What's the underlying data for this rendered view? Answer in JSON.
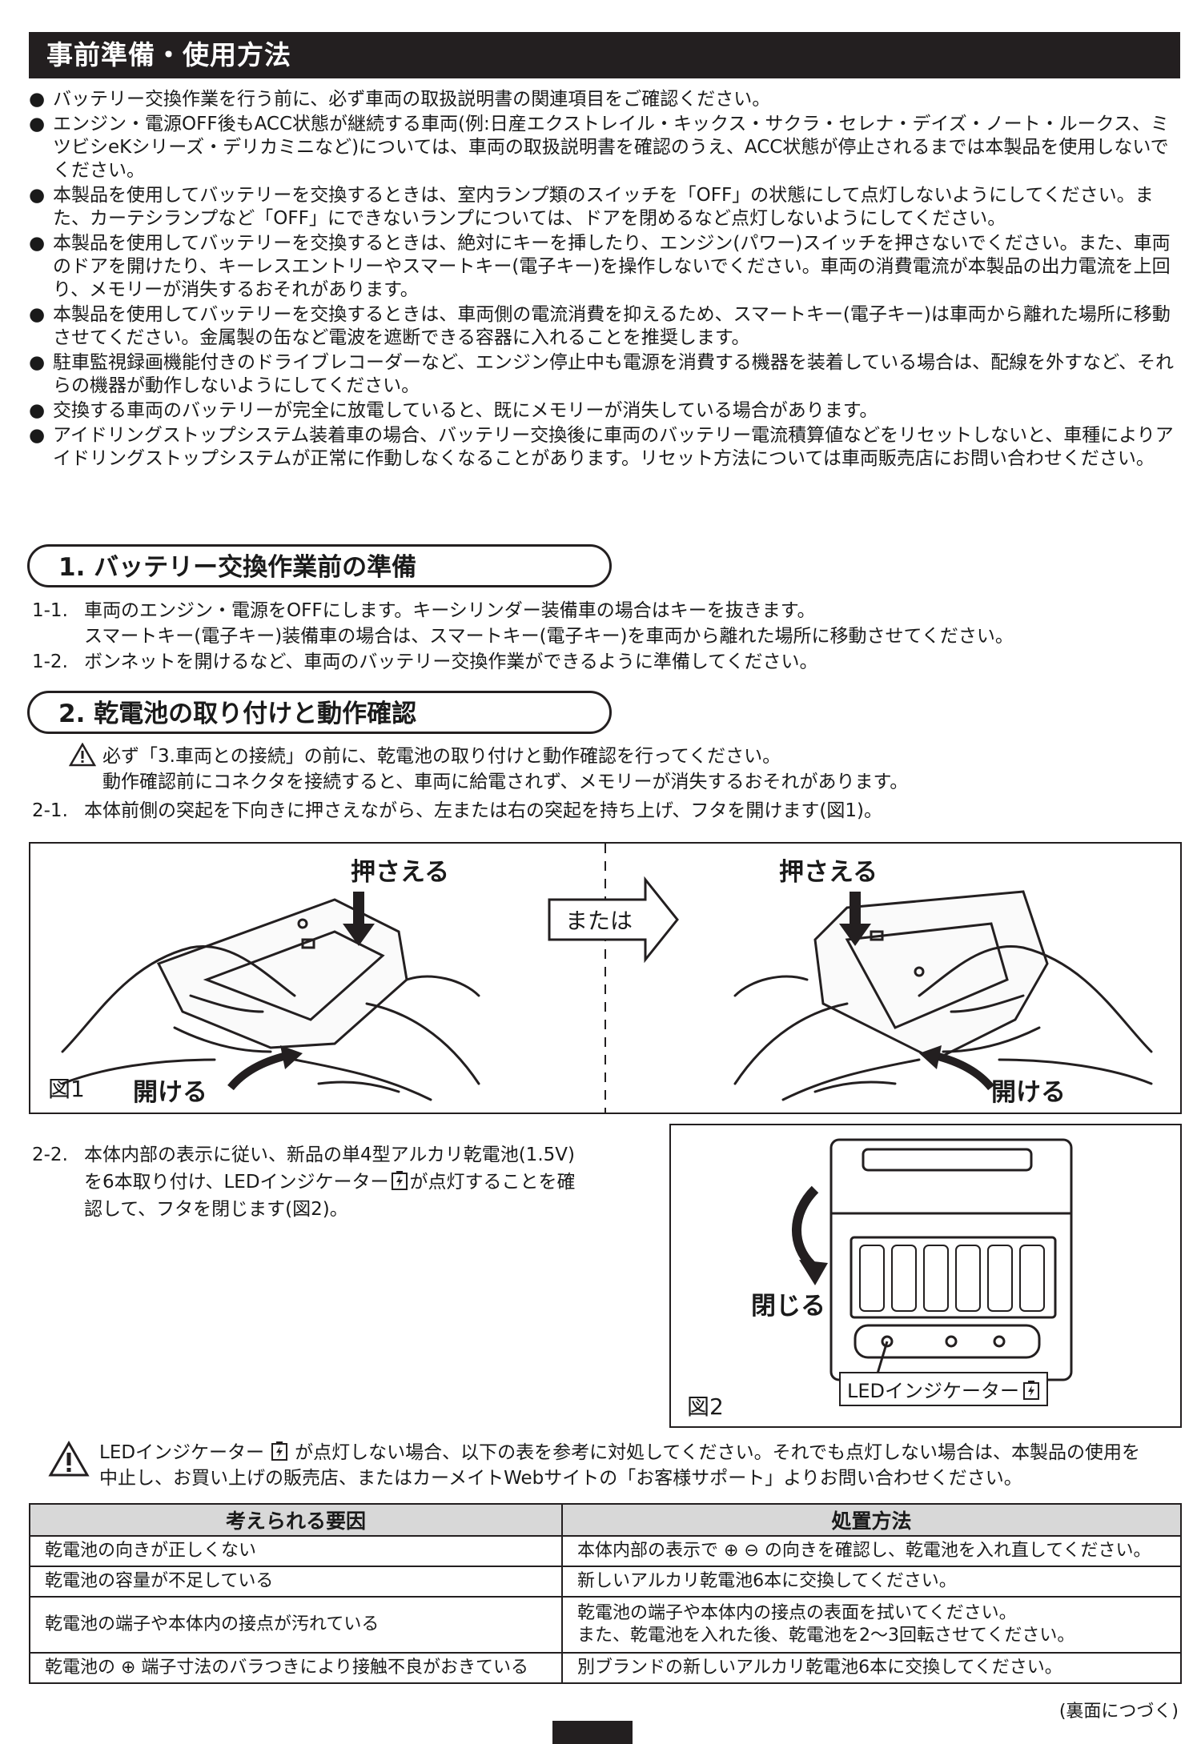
{
  "header": {
    "title": "事前準備・使用方法"
  },
  "bullet_marker": "●",
  "bullets": [
    "バッテリー交換作業を行う前に、必ず車両の取扱説明書の関連項目をご確認ください。",
    "エンジン・電源OFF後もACC状態が継続する車両(例:日産エクストレイル・キックス・サクラ・セレナ・デイズ・ノート・ルークス、ミツビシeKシリーズ・デリカミニなど)については、車両の取扱説明書を確認のうえ、ACC状態が停止されるまでは本製品を使用しないでください。",
    "本製品を使用してバッテリーを交換するときは、室内ランプ類のスイッチを「OFF」の状態にして点灯しないようにしてください。また、カーテシランプなど「OFF」にできないランプについては、ドアを閉めるなど点灯しないようにしてください。",
    "本製品を使用してバッテリーを交換するときは、絶対にキーを挿したり、エンジン(パワー)スイッチを押さないでください。また、車両のドアを開けたり、キーレスエントリーやスマートキー(電子キー)を操作しないでください。車両の消費電流が本製品の出力電流を上回り、メモリーが消失するおそれがあります。",
    "本製品を使用してバッテリーを交換するときは、車両側の電流消費を抑えるため、スマートキー(電子キー)は車両から離れた場所に移動させてください。金属製の缶など電波を遮断できる容器に入れることを推奨します。",
    "駐車監視録画機能付きのドライブレコーダーなど、エンジン停止中も電源を消費する機器を装着している場合は、配線を外すなど、それらの機器が動作しないようにしてください。",
    "交換する車両のバッテリーが完全に放電していると、既にメモリーが消失している場合があります。",
    "アイドリングストップシステム装着車の場合、バッテリー交換後に車両のバッテリー電流積算値などをリセットしないと、車種によりアイドリングストップシステムが正常に作動しなくなることがあります。リセット方法については車両販売店にお問い合わせください。"
  ],
  "section1": {
    "title": "1. バッテリー交換作業前の準備",
    "step1_num": "1-1.",
    "step1_line1": "車両のエンジン・電源をOFFにします。キーシリンダー装備車の場合はキーを抜きます。",
    "step1_line2": "スマートキー(電子キー)装備車の場合は、スマートキー(電子キー)を車両から離れた場所に移動させてください。",
    "step2_num": "1-2.",
    "step2_line1": "ボンネットを開けるなど、車両のバッテリー交換作業ができるように準備してください。"
  },
  "section2": {
    "title": "2. 乾電池の取り付けと動作確認",
    "caution_line1": "必ず「3.車両との接続」の前に、乾電池の取り付けと動作確認を行ってください。",
    "caution_line2": "動作確認前にコネクタを接続すると、車両に給電されず、メモリーが消失するおそれがあります。",
    "step1_num": "2-1.",
    "step1_text": "本体前側の突起を下向きに押さえながら、左または右の突起を持ち上げ、フタを開けます(図1)。",
    "step2_num": "2-2.",
    "step2_line1": "本体内部の表示に従い、新品の単4型アルカリ乾電池(1.5V)",
    "step2_line2a": "を6本取り付け、LEDインジケーター",
    "step2_line2b": "が点灯することを確",
    "step2_line3": "認して、フタを閉じます(図2)。"
  },
  "figure1": {
    "label": "図1",
    "press_left": "押さえる",
    "press_right": "押さえる",
    "or_text": "または",
    "open_left": "開ける",
    "open_right": "開ける"
  },
  "figure2": {
    "label": "図2",
    "close_text": "閉じる",
    "led_label": "LEDインジケーター"
  },
  "warning": {
    "line1a": "LEDインジケーター",
    "line1b": "が点灯しない場合、以下の表を参考に対処してください。それでも点灯しない場合は、本製品の使用を",
    "line2": "中止し、お買い上げの販売店、またはカーメイトWebサイトの「お客様サポート」よりお問い合わせください。"
  },
  "table": {
    "headers": [
      "考えられる要因",
      "処置方法"
    ],
    "rows": [
      {
        "cause": "乾電池の向きが正しくない",
        "remedy": "本体内部の表示で ⊕ ⊖ の向きを確認し、乾電池を入れ直してください。"
      },
      {
        "cause": "乾電池の容量が不足している",
        "remedy": "新しいアルカリ乾電池6本に交換してください。"
      },
      {
        "cause": "乾電池の端子や本体内の接点が汚れている",
        "remedy": "乾電池の端子や本体内の接点の表面を拭いてください。",
        "remedy2": "また、乾電池を入れた後、乾電池を2〜3回転させてください。"
      },
      {
        "cause": "乾電池の ⊕ 端子寸法のバラつきにより接触不良がおきている",
        "remedy": "別ブランドの新しいアルカリ乾電池6本に交換してください。"
      }
    ]
  },
  "footer": {
    "continue": "(裏面につづく)"
  },
  "colors": {
    "ink": "#231f20",
    "table_header": "#d8d8d8"
  },
  "icons": [
    "warning-triangle-icon",
    "battery-led-icon",
    "arrow-down-icon",
    "curved-arrow-icon",
    "right-arrow-icon"
  ]
}
